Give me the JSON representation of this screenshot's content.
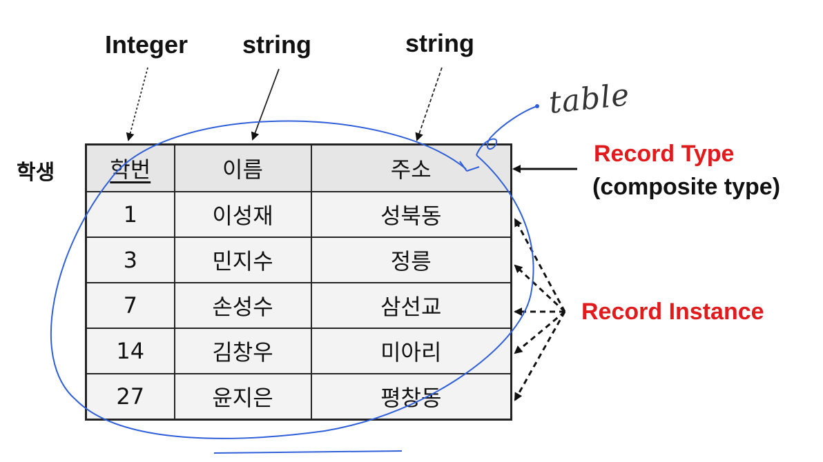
{
  "type_labels": [
    "Integer",
    "string",
    "string"
  ],
  "relation_name": "학생",
  "table": {
    "columns": [
      "학번",
      "이름",
      "주소"
    ],
    "key_column": "학번",
    "rows": [
      [
        "1",
        "이성재",
        "성북동"
      ],
      [
        "3",
        "민지수",
        "정릉"
      ],
      [
        "7",
        "손성수",
        "삼선교"
      ],
      [
        "14",
        "김창우",
        "미아리"
      ],
      [
        "27",
        "윤지은",
        "평창동"
      ]
    ]
  },
  "annotations": {
    "record_type": "Record Type",
    "record_type_sub": "(composite type)",
    "record_instance": "Record Instance",
    "handwritten": "table"
  },
  "colors": {
    "accent": "#e11b1b",
    "pen": "#2f5fd8",
    "header_bg": "#e6e6e6",
    "row_bg": "#f3f3f3"
  }
}
